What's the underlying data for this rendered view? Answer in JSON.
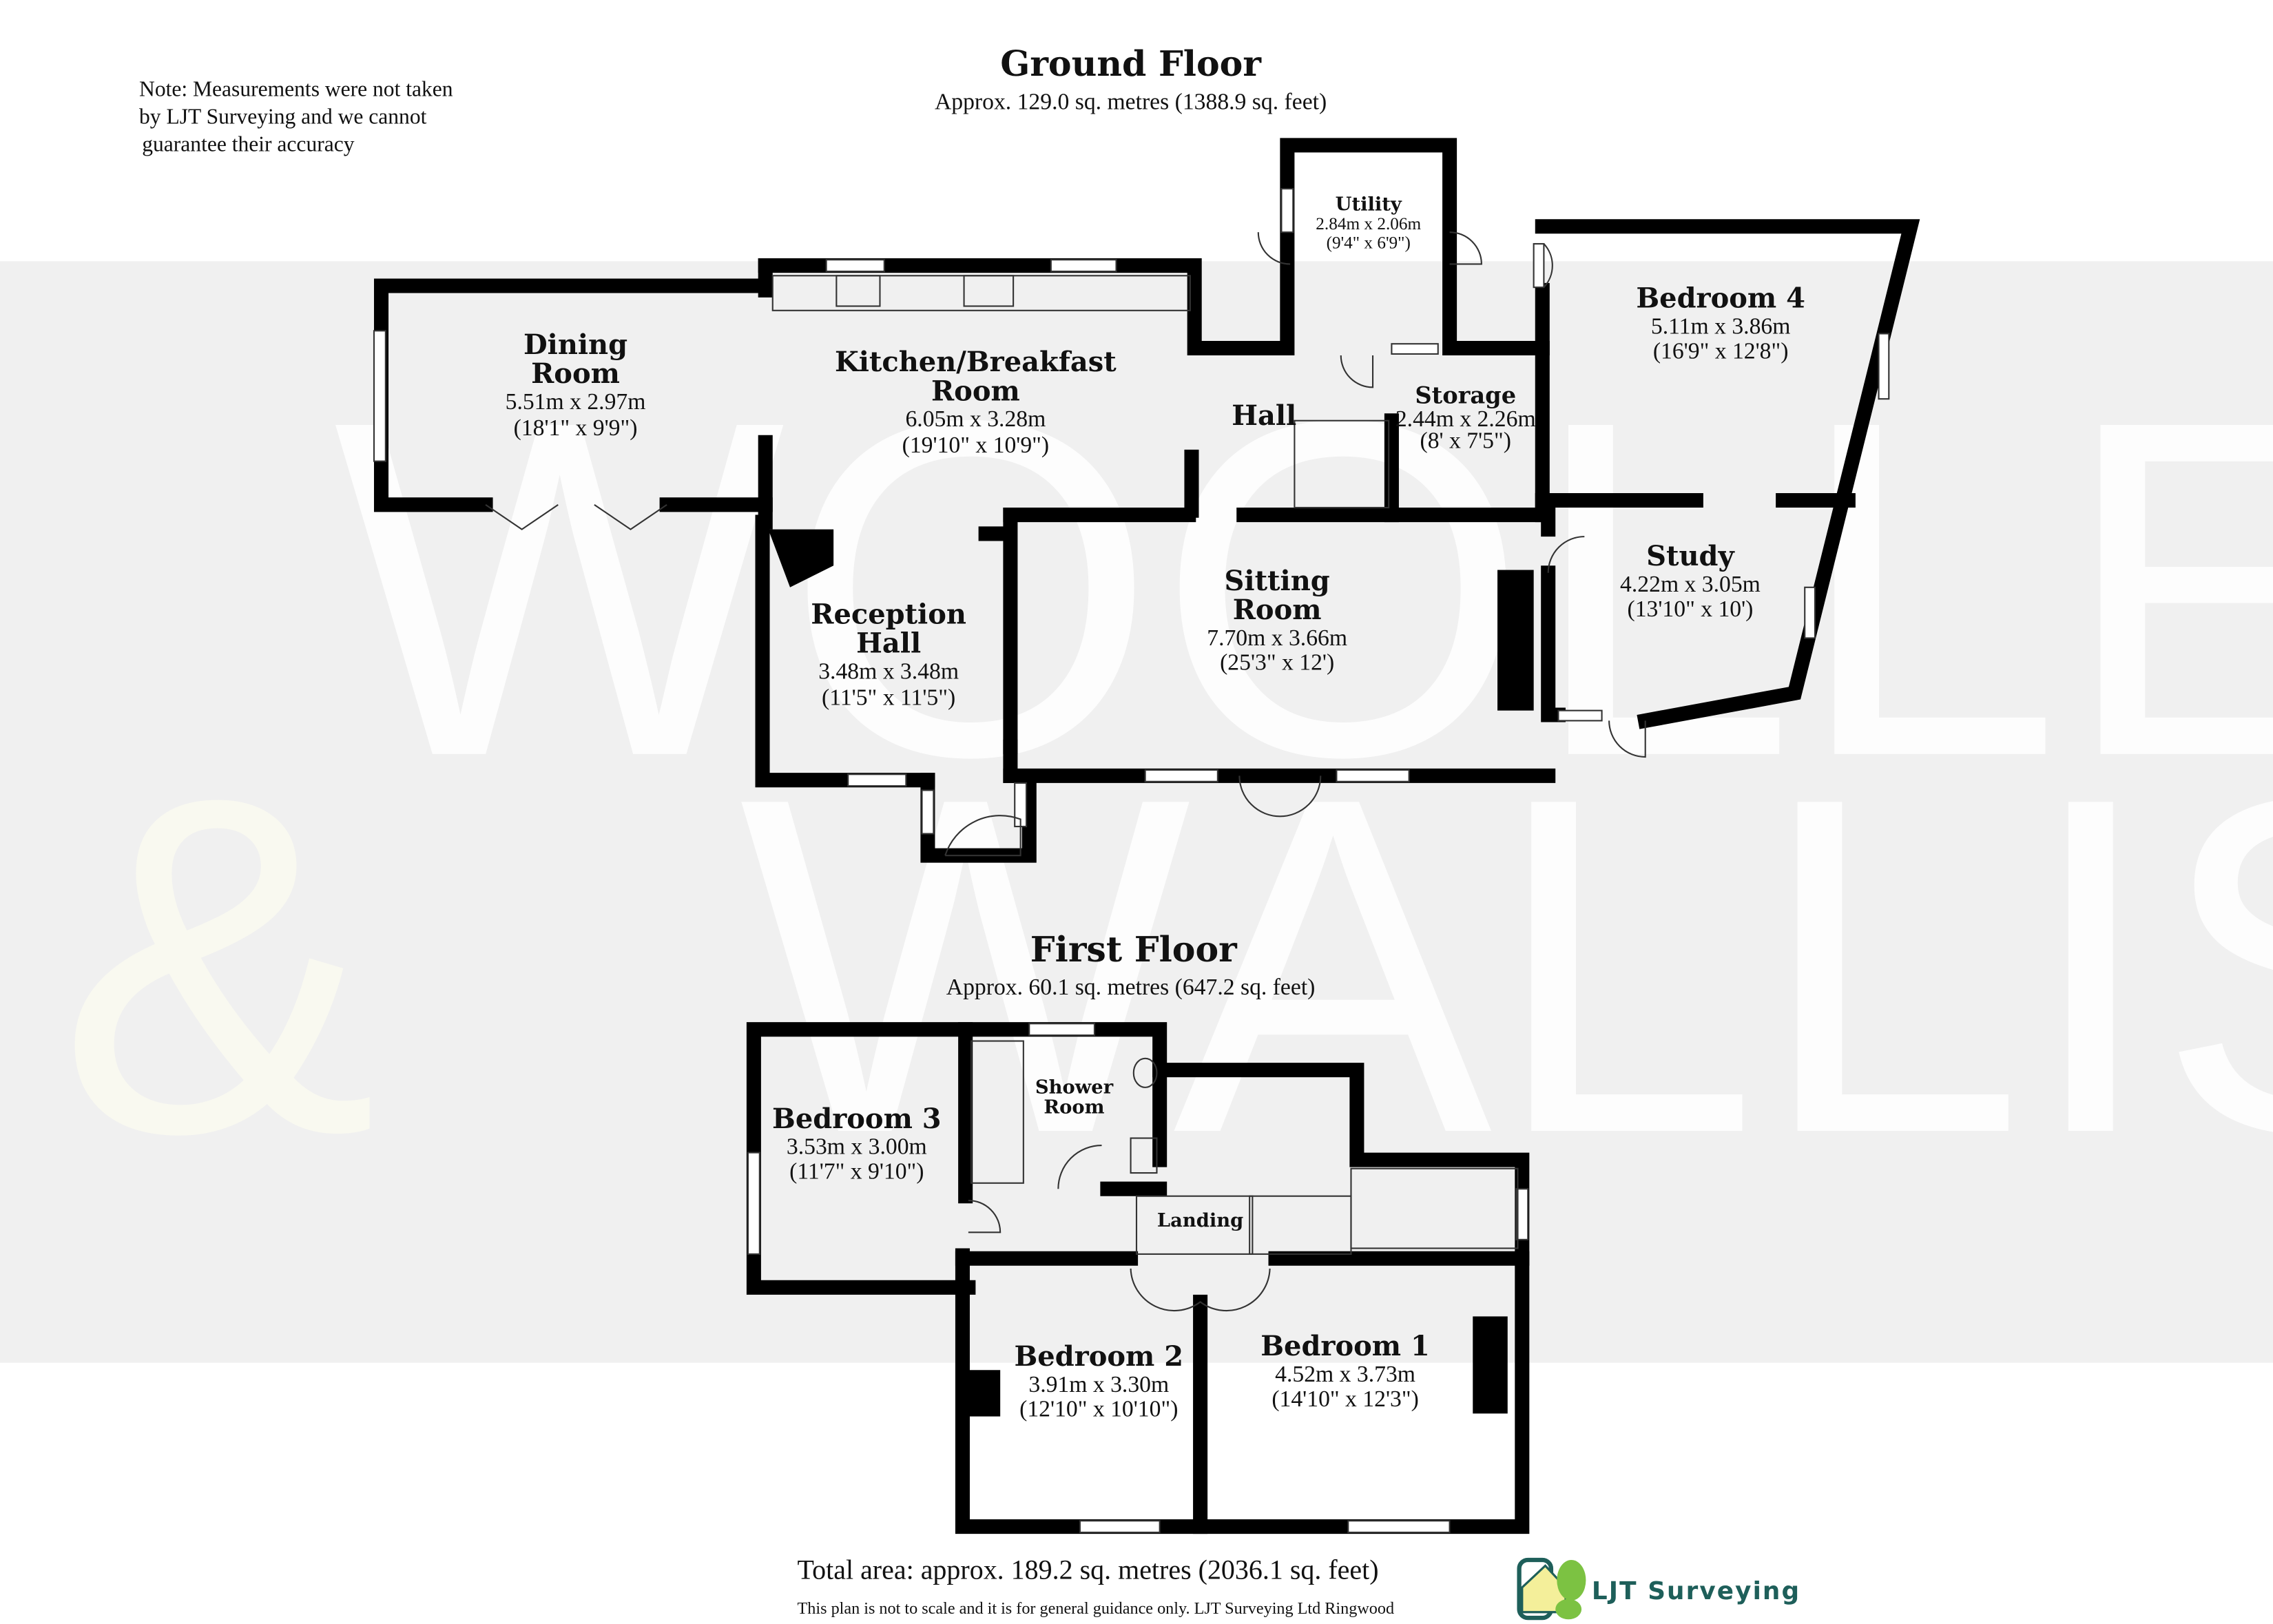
{
  "note": [
    "Note: Measurements were not taken",
    "by LJT Surveying and we cannot",
    "guarantee their accuracy"
  ],
  "watermark": {
    "line1": "WOOLLEY",
    "amp": "&",
    "line2": "WALLIS"
  },
  "ground_floor": {
    "title": "Ground Floor",
    "area": "Approx. 129.0 sq. metres (1388.9 sq. feet)",
    "rooms": [
      {
        "name": "Dining",
        "name2": "Room",
        "metric": "5.51m x 2.97m",
        "imperial": "(18'1\" x 9'9\")"
      },
      {
        "name": "Kitchen/Breakfast",
        "name2": "Room",
        "metric": "6.05m x 3.28m",
        "imperial": "(19'10\" x 10'9\")"
      },
      {
        "name": "Utility",
        "metric": "2.84m x 2.06m",
        "imperial": "(9'4\" x 6'9\")"
      },
      {
        "name": "Hall"
      },
      {
        "name": "Storage",
        "metric": "2.44m x 2.26m",
        "imperial": "(8' x 7'5\")"
      },
      {
        "name": "Bedroom 4",
        "metric": "5.11m x 3.86m",
        "imperial": "(16'9\" x 12'8\")"
      },
      {
        "name": "Reception",
        "name2": "Hall",
        "metric": "3.48m x 3.48m",
        "imperial": "(11'5\" x 11'5\")"
      },
      {
        "name": "Sitting",
        "name2": "Room",
        "metric": "7.70m x 3.66m",
        "imperial": "(25'3\" x 12')"
      },
      {
        "name": "Study",
        "metric": "4.22m x 3.05m",
        "imperial": "(13'10\" x 10')"
      }
    ]
  },
  "first_floor": {
    "title": "First Floor",
    "area": "Approx. 60.1 sq. metres (647.2 sq. feet)",
    "rooms": [
      {
        "name": "Bedroom 3",
        "metric": "3.53m x 3.00m",
        "imperial": "(11'7\" x 9'10\")"
      },
      {
        "name": "Shower",
        "name2": "Room"
      },
      {
        "name": "Landing"
      },
      {
        "name": "Bedroom 2",
        "metric": "3.91m x 3.30m",
        "imperial": "(12'10\" x 10'10\")"
      },
      {
        "name": "Bedroom 1",
        "metric": "4.52m x 3.73m",
        "imperial": "(14'10\" x 12'3\")"
      }
    ]
  },
  "footer": {
    "total": "Total area: approx. 189.2 sq. metres (2036.1 sq. feet)",
    "disclaimer": "This plan is not to scale and it is for general guidance only. LJT Surveying Ltd Ringwood",
    "logo_text": "LJT Surveying"
  },
  "colors": {
    "band": "#f0f0f0",
    "walls": "#000000",
    "logo": "#1e5f5a",
    "logo_green": "#7cc242"
  }
}
